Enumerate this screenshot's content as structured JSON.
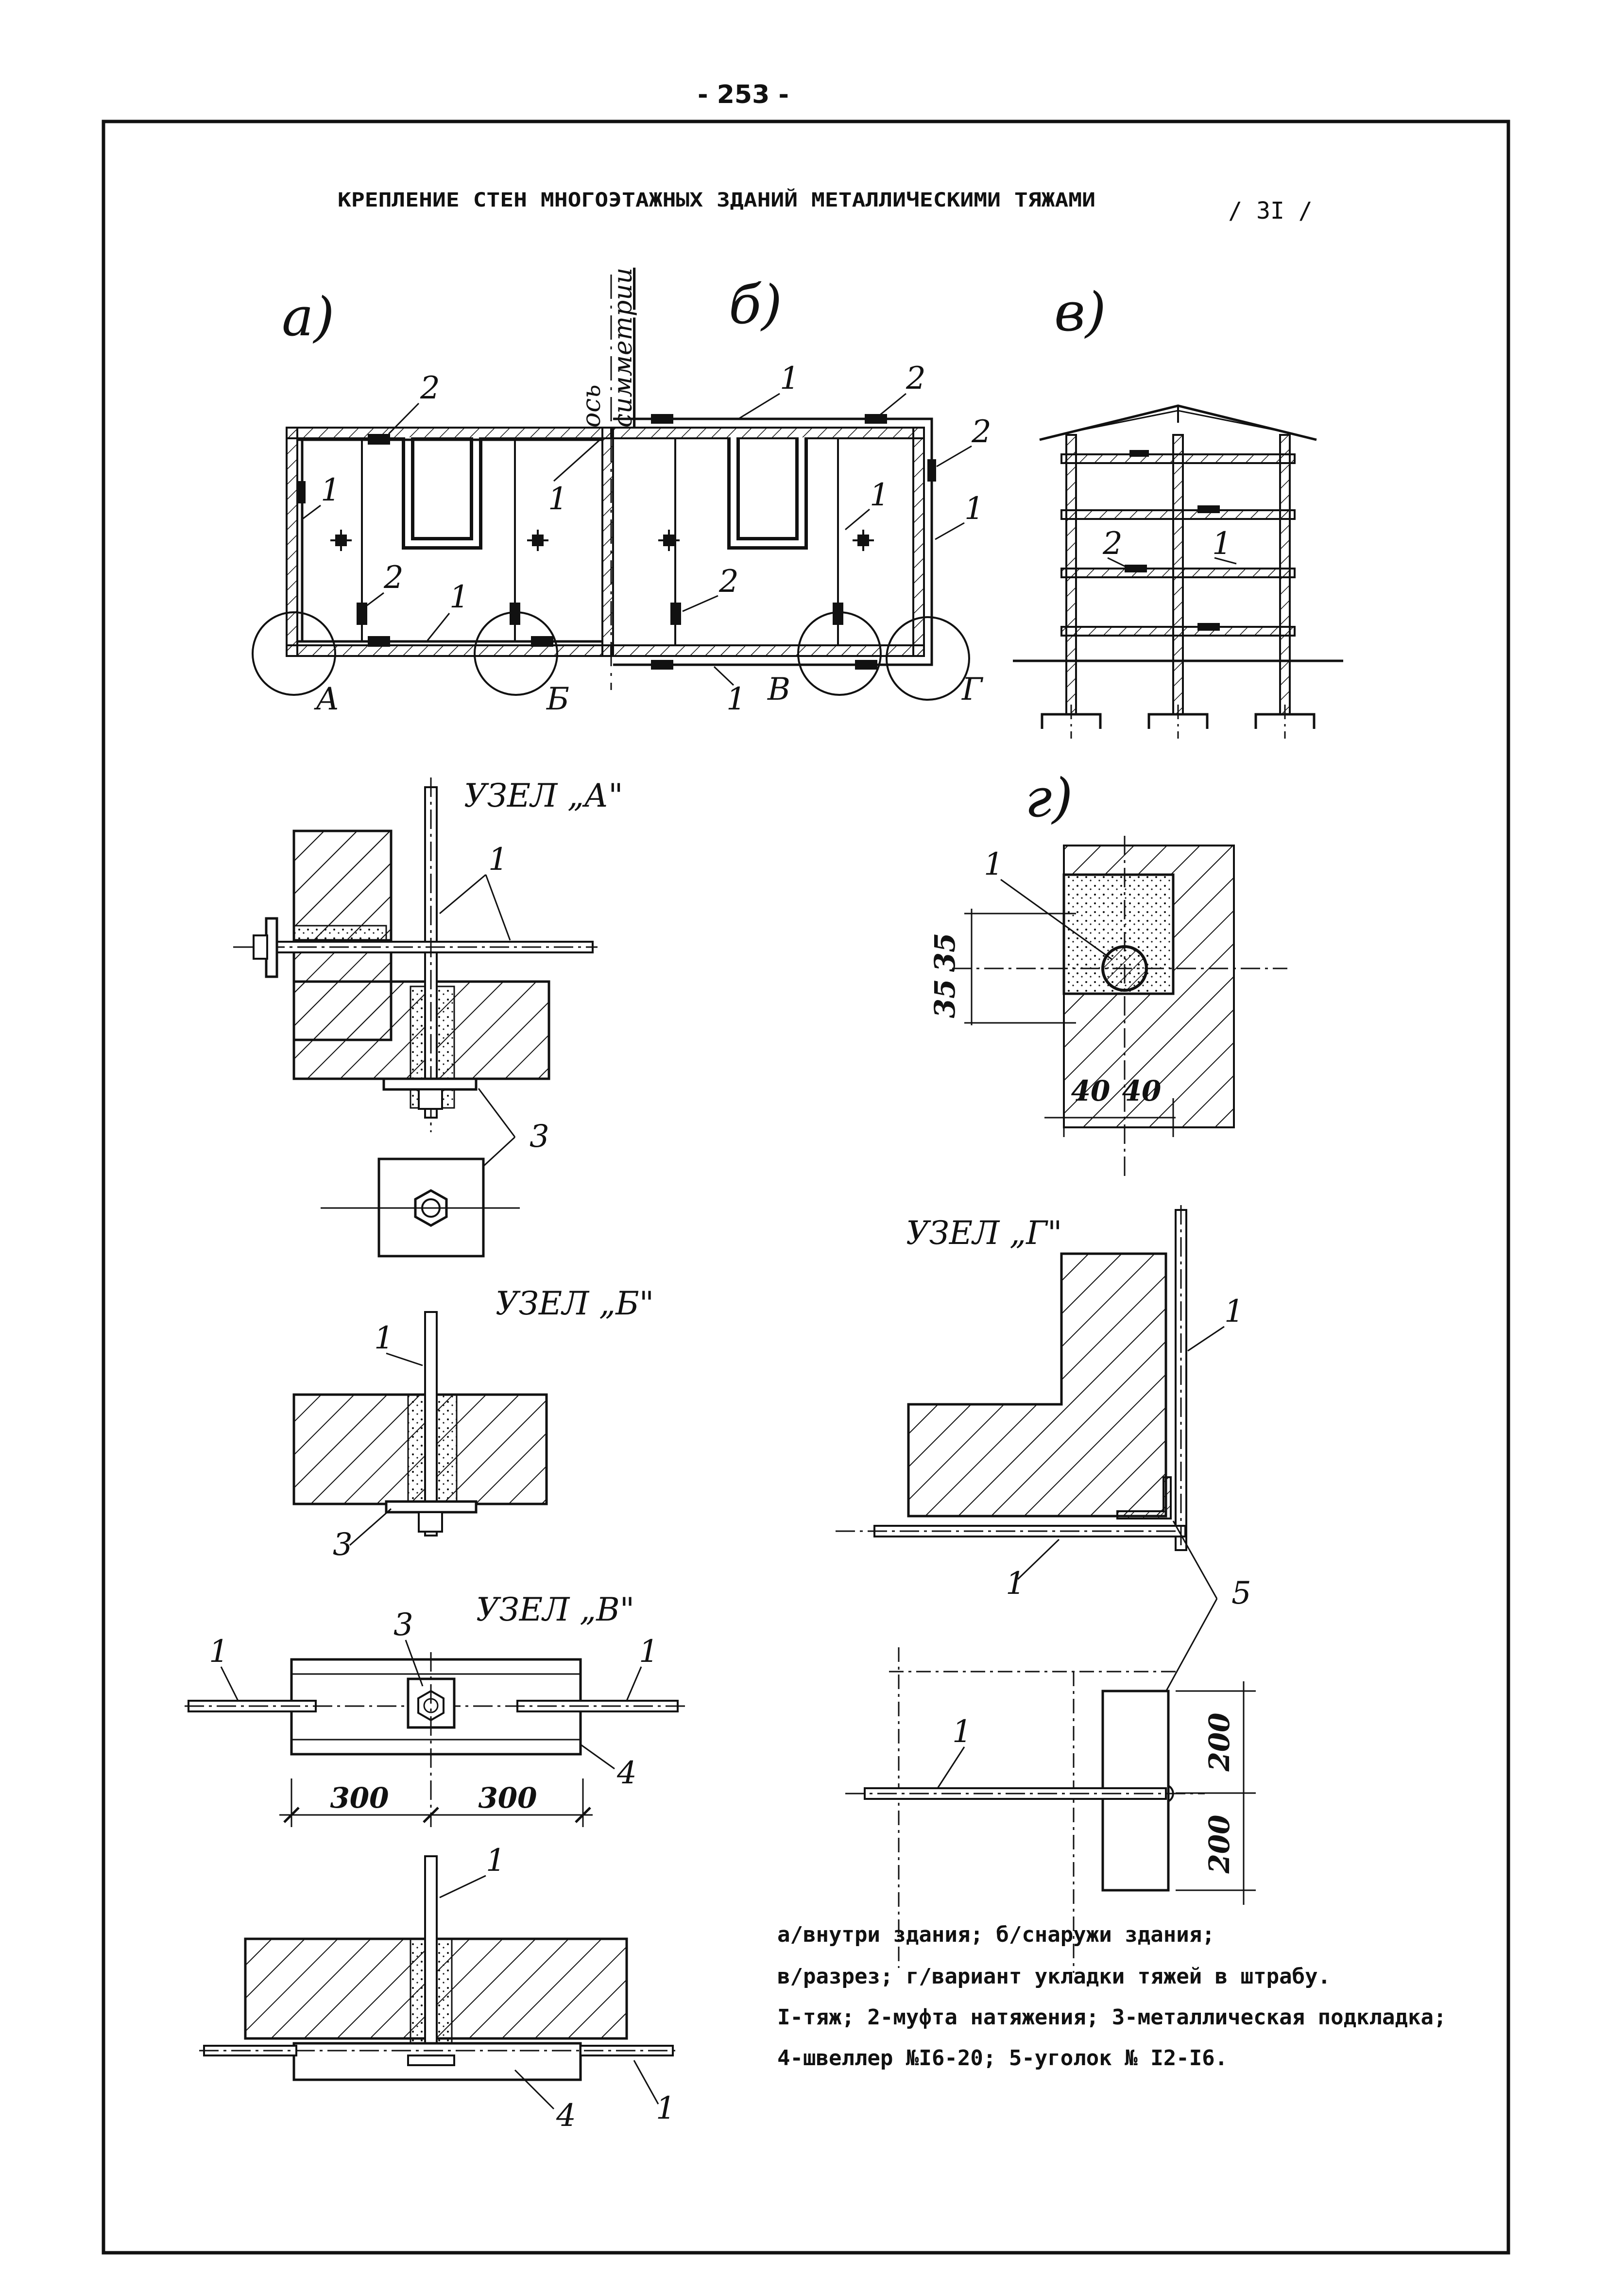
{
  "page_number": "- 253 -",
  "title": "КРЕПЛЕНИЕ СТЕН МНОГОЭТАЖНЫХ ЗДАНИЙ МЕТАЛЛИЧЕСКИМИ ТЯЖАМИ",
  "sheet_number": "/ 3I /",
  "views": {
    "a": "а)",
    "b": "б)",
    "v": "в)",
    "g": "г)"
  },
  "symmetry_axis": {
    "line1": "ось",
    "line2": "симметрии"
  },
  "plan_nodes": [
    "А",
    "Б",
    "В",
    "Г"
  ],
  "node_titles": {
    "a": "УЗЕЛ „А\"",
    "b": "УЗЕЛ „Б\"",
    "v": "УЗЕЛ „В\"",
    "g": "УЗЕЛ „Г\""
  },
  "callouts": {
    "n1": "1",
    "n2": "2",
    "n3": "3",
    "n4": "4",
    "n5": "5"
  },
  "dimensions": {
    "d35": "35",
    "d40": "40",
    "d300": "300",
    "d200": "200"
  },
  "legend": {
    "line1": "а/внутри здания; б/снаружи здания;",
    "line2": "в/разрез; г/вариант укладки тяжей в штрабу.",
    "line3": "I-тяж; 2-муфта натяжения; 3-металлическая подкладка;",
    "line4": "4-швеллер №I6-20; 5-уголок № I2-I6."
  }
}
